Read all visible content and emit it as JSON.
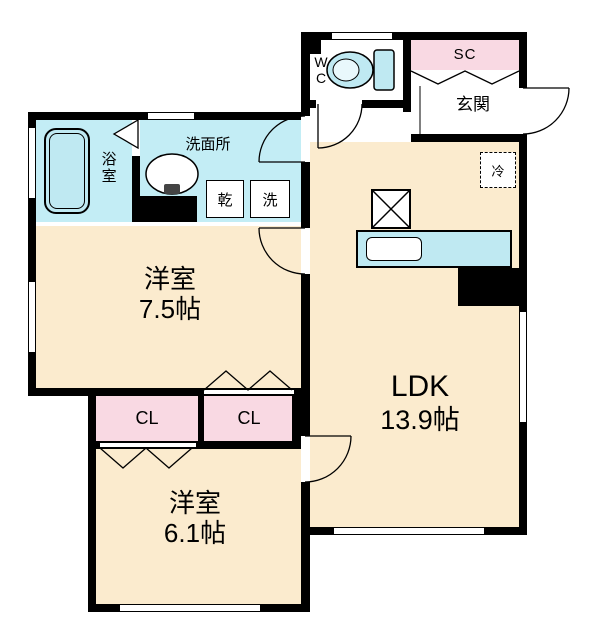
{
  "colors": {
    "background": "#FFFFFF",
    "wall": "#000000",
    "room_fill": "#FBEBCE",
    "water_fill": "#C3EDF5",
    "closet_fill": "#F9D9E3",
    "fixture_fill": "#BFE9F2",
    "line": "#000000"
  },
  "rooms": {
    "ldk": {
      "label": "LDK",
      "size": "13.9帖"
    },
    "western_room_1": {
      "label": "洋室",
      "size": "7.5帖"
    },
    "western_room_2": {
      "label": "洋室",
      "size": "6.1帖"
    },
    "bathroom": {
      "label": "浴室"
    },
    "washroom": {
      "label": "洗面所"
    },
    "wc": {
      "label": "W\nC"
    },
    "entrance": {
      "label": "玄関"
    },
    "shoe_closet": {
      "label": "SC"
    },
    "closet_1": {
      "label": "CL"
    },
    "closet_2": {
      "label": "CL"
    }
  },
  "fixtures": {
    "washer": {
      "label": "洗"
    },
    "dryer": {
      "label": "乾"
    },
    "refrigerator": {
      "label": "冷"
    }
  }
}
